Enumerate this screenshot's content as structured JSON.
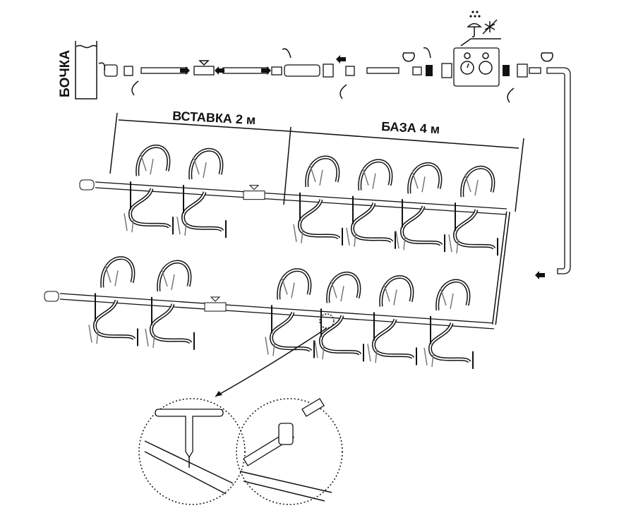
{
  "labels": {
    "barrel": "БОЧКА",
    "insert": "ВСТАВКА 2 м",
    "base": "БАЗА 4 м"
  },
  "icons": [
    "rain-icon",
    "umbrella-icon",
    "snowflake-crossed-icon",
    "rotate-arrow-icon",
    "flow-arrow-icon",
    "timer-icon"
  ],
  "colors": {
    "line": "#111111",
    "background": "#ffffff",
    "grass": "#777777"
  }
}
